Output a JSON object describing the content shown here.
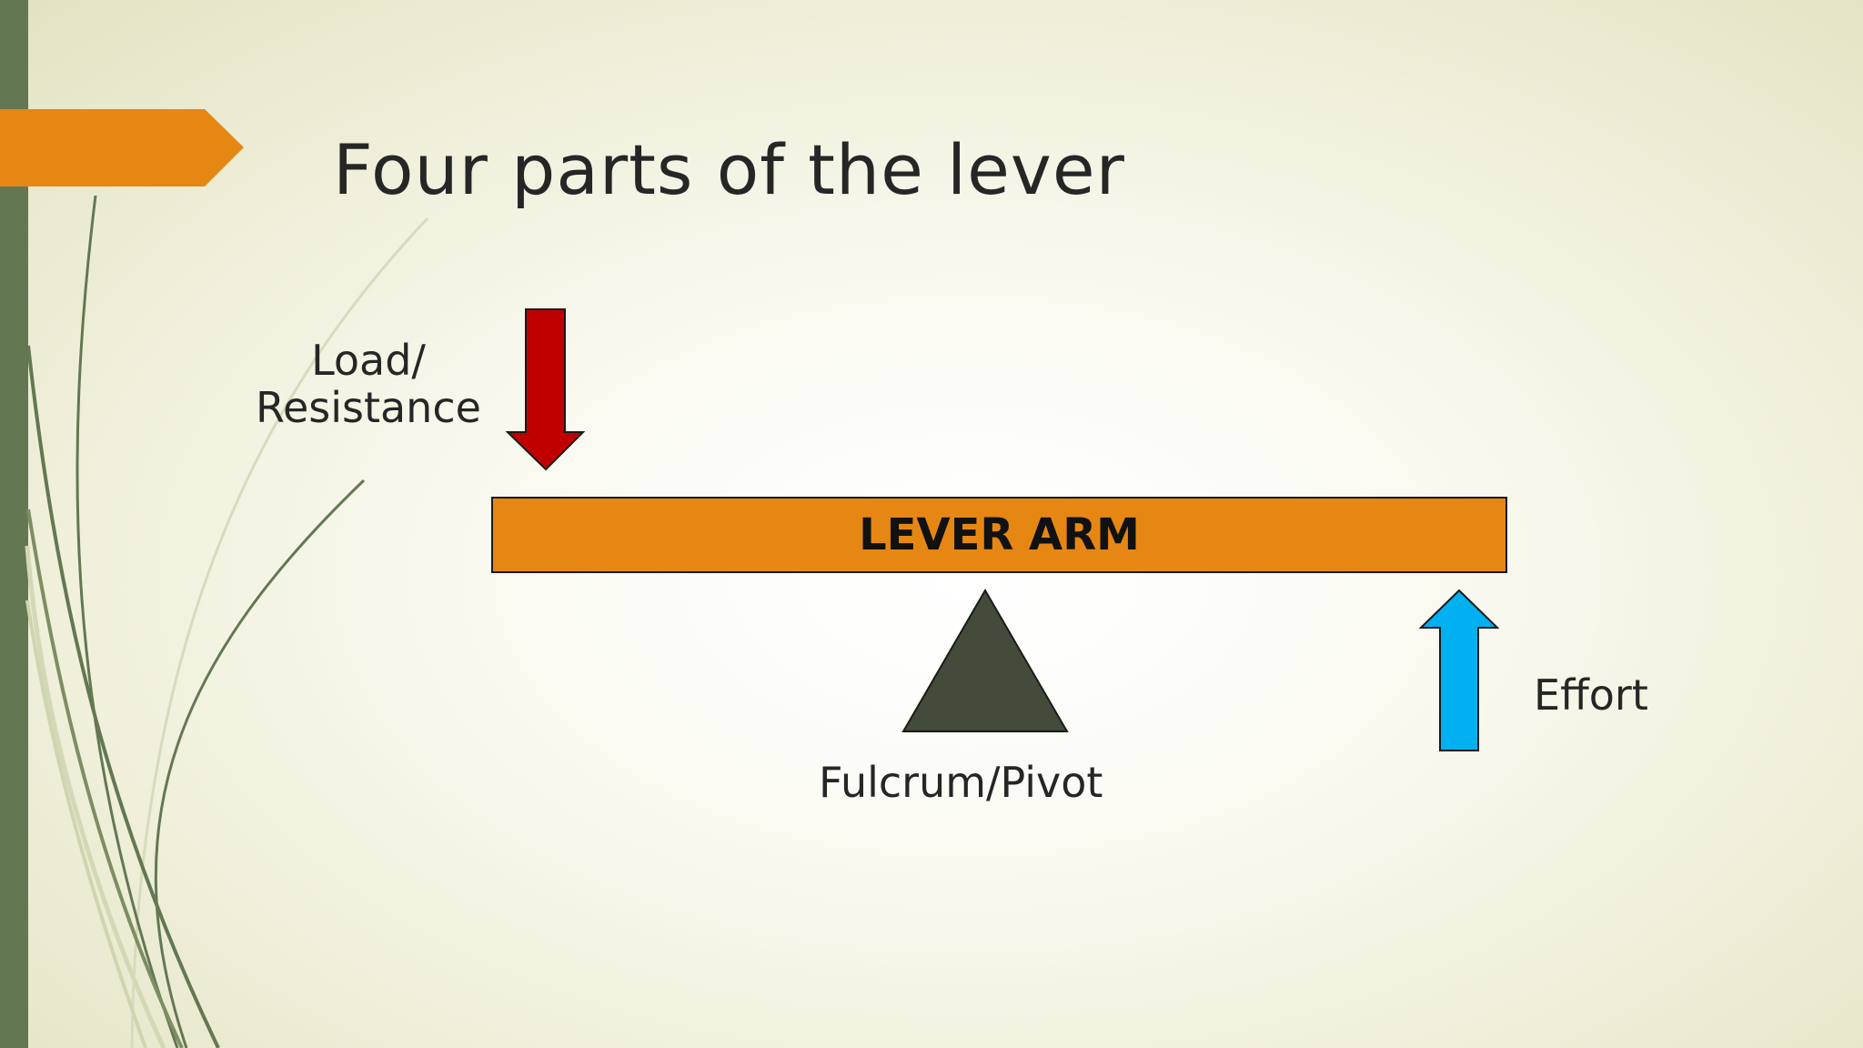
{
  "slide": {
    "title": "Four parts of the lever",
    "labels": {
      "load": "Load/\nResistance",
      "lever_arm": "LEVER ARM",
      "fulcrum": "Fulcrum/Pivot",
      "effort": "Effort"
    }
  },
  "colors": {
    "sidebar": "#637852",
    "accent_tab": "#e68714",
    "lever_arm": "#e68714",
    "load_arrow": "#c00000",
    "effort_arrow": "#00b0f0",
    "fulcrum": "#434b3a",
    "grass_dark": "#637852",
    "grass_light": "#c9cfa7"
  },
  "icons": {
    "load_arrow": "down-arrow-icon",
    "effort_arrow": "up-arrow-icon",
    "fulcrum": "triangle-icon"
  }
}
